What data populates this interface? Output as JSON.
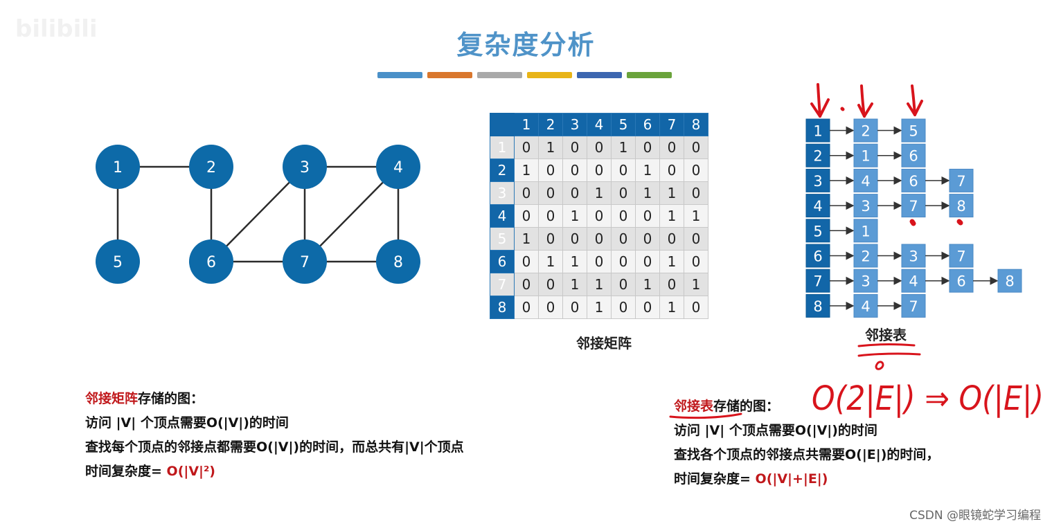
{
  "title": "复杂度分析",
  "watermark": "bilibili",
  "color_strip": [
    "#4a90c8",
    "#d9772d",
    "#a9a9a9",
    "#e8b417",
    "#3c66b0",
    "#6aa33b"
  ],
  "graph": {
    "nodes": [
      "1",
      "2",
      "3",
      "4",
      "5",
      "6",
      "7",
      "8"
    ],
    "edges": [
      [
        "1",
        "2"
      ],
      [
        "1",
        "5"
      ],
      [
        "2",
        "6"
      ],
      [
        "3",
        "4"
      ],
      [
        "3",
        "6"
      ],
      [
        "3",
        "7"
      ],
      [
        "4",
        "7"
      ],
      [
        "4",
        "8"
      ],
      [
        "6",
        "7"
      ],
      [
        "7",
        "8"
      ]
    ]
  },
  "matrix": {
    "caption": "邻接矩阵",
    "col_headers": [
      "1",
      "2",
      "3",
      "4",
      "5",
      "6",
      "7",
      "8"
    ],
    "rows": [
      {
        "label": "1",
        "cells": [
          "0",
          "1",
          "0",
          "0",
          "1",
          "0",
          "0",
          "0"
        ]
      },
      {
        "label": "2",
        "cells": [
          "1",
          "0",
          "0",
          "0",
          "0",
          "1",
          "0",
          "0"
        ]
      },
      {
        "label": "3",
        "cells": [
          "0",
          "0",
          "0",
          "1",
          "0",
          "1",
          "1",
          "0"
        ]
      },
      {
        "label": "4",
        "cells": [
          "0",
          "0",
          "1",
          "0",
          "0",
          "0",
          "1",
          "1"
        ]
      },
      {
        "label": "5",
        "cells": [
          "1",
          "0",
          "0",
          "0",
          "0",
          "0",
          "0",
          "0"
        ]
      },
      {
        "label": "6",
        "cells": [
          "0",
          "1",
          "1",
          "0",
          "0",
          "0",
          "1",
          "0"
        ]
      },
      {
        "label": "7",
        "cells": [
          "0",
          "0",
          "1",
          "1",
          "0",
          "1",
          "0",
          "1"
        ]
      },
      {
        "label": "8",
        "cells": [
          "0",
          "0",
          "0",
          "1",
          "0",
          "0",
          "1",
          "0"
        ]
      }
    ]
  },
  "adjacency_list": {
    "caption": "邻接表",
    "rows": [
      {
        "head": "1",
        "neighbors": [
          "2",
          "5"
        ]
      },
      {
        "head": "2",
        "neighbors": [
          "1",
          "6"
        ]
      },
      {
        "head": "3",
        "neighbors": [
          "4",
          "6",
          "7"
        ]
      },
      {
        "head": "4",
        "neighbors": [
          "3",
          "7",
          "8"
        ]
      },
      {
        "head": "5",
        "neighbors": [
          "1"
        ]
      },
      {
        "head": "6",
        "neighbors": [
          "2",
          "3",
          "7"
        ]
      },
      {
        "head": "7",
        "neighbors": [
          "3",
          "4",
          "6",
          "8"
        ]
      },
      {
        "head": "8",
        "neighbors": [
          "4",
          "7"
        ]
      }
    ]
  },
  "matrix_text": {
    "term": "邻接矩阵",
    "line1_suffix": "存储的图：",
    "line2": "访问 |V| 个顶点需要O(|V|)的时间",
    "line3": "查找每个顶点的邻接点都需要O(|V|)的时间，而总共有|V|个顶点",
    "line4_prefix": "时间复杂度= ",
    "line4_value": "O(|V|²)"
  },
  "list_text": {
    "term": "邻接表",
    "line1_suffix": "存储的图：",
    "line2": "访问 |V| 个顶点需要O(|V|)的时间",
    "line3": "查找各个顶点的邻接点共需要O(|E|)的时间，",
    "line4_prefix": "时间复杂度= ",
    "line4_value": "O(|V|+|E|)"
  },
  "handwritten_note": "O(2|E|) ⇒ O(|E|)",
  "footer": "CSDN @眼镜蛇学习编程",
  "colors": {
    "node": "#0d6aa8",
    "list_box": "#5b9bd5",
    "header": "#1266a8",
    "accent_red": "#c0181b",
    "ink_red": "#d8141c"
  }
}
